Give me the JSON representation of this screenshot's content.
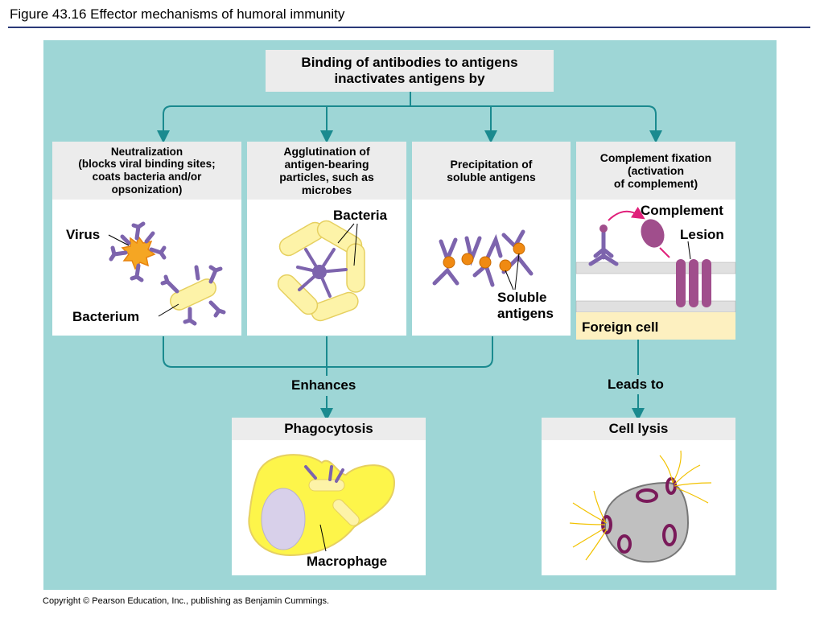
{
  "figure_title": "Figure 43.16  Effector mechanisms of humoral immunity",
  "top_box": "Binding of antibodies to antigens\ninactivates antigens by",
  "mechanisms": [
    {
      "title": "Neutralization\n(blocks viral binding sites;\ncoats bacteria and/or\nopsonization)",
      "labels": [
        "Virus",
        "Bacterium"
      ]
    },
    {
      "title": "Agglutination of\nantigen-bearing\nparticles, such as\nmicrobes",
      "labels": [
        "Bacteria"
      ]
    },
    {
      "title": "Precipitation of\nsoluble antigens",
      "labels": [
        "Soluble\nantigens"
      ]
    },
    {
      "title": "Complement fixation\n(activation\nof complement)",
      "labels": [
        "Complement",
        "Lesion",
        "Foreign cell"
      ]
    }
  ],
  "connectors": {
    "enhances": "Enhances",
    "leads_to": "Leads to"
  },
  "outcomes": [
    {
      "title": "Phagocytosis",
      "labels": [
        "Macrophage"
      ]
    },
    {
      "title": "Cell lysis"
    }
  ],
  "copyright": "Copyright © Pearson Education, Inc., publishing as Benjamin Cummings.",
  "colors": {
    "panel": "#9ed6d6",
    "arrow": "#1a8a8f",
    "antibody": "#7d64ad",
    "bacteria": "#fdf3a8",
    "antigen": "#e8830e",
    "complement": "#a04e8c",
    "macrophage": "#fdf54a"
  }
}
